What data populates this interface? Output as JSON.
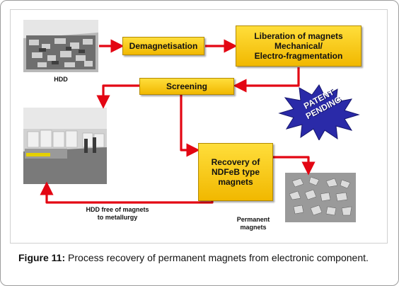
{
  "diagram": {
    "boxes": {
      "demagnetisation": "Demagnetisation",
      "liberation": "Liberation of magnets\nMechanical/\nElectro-fragmentation",
      "screening": "Screening",
      "recovery": "Recovery of\nNDFeB type\nmagnets"
    },
    "labels": {
      "hdd": "HDD",
      "hdd_free": "HDD free of magnets\nto metallurgy",
      "permanent": "Permanent\nmagnets"
    },
    "stamp": "PATENT\nPENDING",
    "colors": {
      "box_fill": "#f5c518",
      "arrow": "#e30613",
      "stamp": "#2a2aa8"
    }
  },
  "caption": {
    "figure_label": "Figure 11:",
    "text": " Process recovery of permanent magnets from electronic component."
  }
}
